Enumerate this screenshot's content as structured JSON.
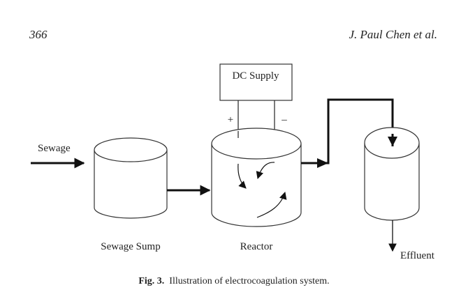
{
  "header": {
    "page_number": "366",
    "running_head": "J. Paul Chen et al."
  },
  "diagram": {
    "power_supply": {
      "label": "DC Supply",
      "positive": "+",
      "negative": "–"
    },
    "input_label": "Sewage",
    "units": [
      {
        "id": "sump",
        "label": "Sewage Sump"
      },
      {
        "id": "reactor",
        "label": "Reactor"
      },
      {
        "id": "settler",
        "label": ""
      }
    ],
    "output_label": "Effluent"
  },
  "caption": {
    "figure_number": "Fig. 3.",
    "text": "Illustration of electrocoagulation system."
  }
}
